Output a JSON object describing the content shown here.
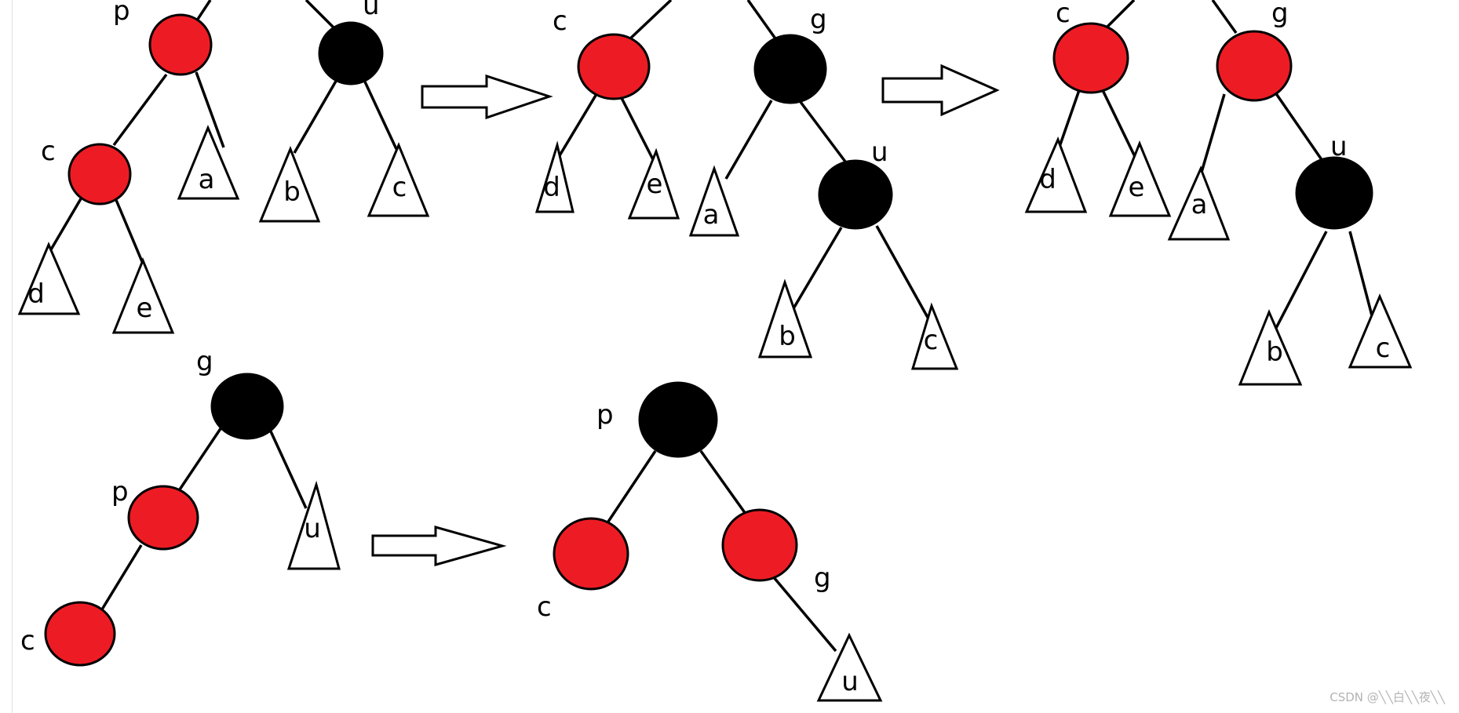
{
  "colors": {
    "red": "#ed1c24",
    "black": "#000000",
    "white": "#ffffff"
  },
  "diagram": {
    "top_row": {
      "tree1": {
        "labels": [
          "p",
          "u",
          "c"
        ],
        "subtrees": [
          "a",
          "b",
          "c",
          "d",
          "e"
        ]
      },
      "tree2": {
        "labels": [
          "c",
          "g",
          "u"
        ],
        "subtrees": [
          "d",
          "e",
          "a",
          "b",
          "c"
        ]
      },
      "tree3": {
        "labels": [
          "c",
          "g",
          "u"
        ],
        "subtrees": [
          "d",
          "e",
          "a",
          "b",
          "c"
        ]
      }
    },
    "bottom_row": {
      "tree4": {
        "labels": [
          "g",
          "p",
          "c"
        ],
        "subtrees": [
          "u"
        ]
      },
      "tree5": {
        "labels": [
          "p",
          "c",
          "g"
        ],
        "subtrees": [
          "u"
        ]
      }
    }
  },
  "watermark": "CSDN @╲╲白╲╲夜╲╲"
}
